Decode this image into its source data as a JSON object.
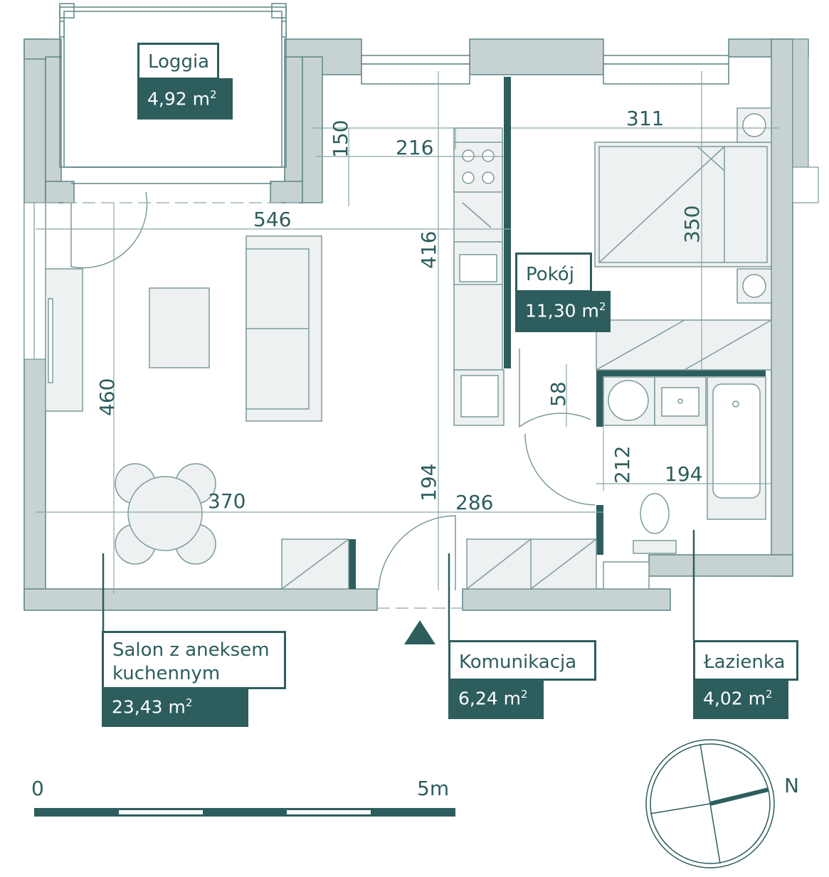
{
  "rooms": {
    "loggia": {
      "name": "Loggia",
      "area": "4,92 m",
      "unit_sup": "2"
    },
    "pokoj": {
      "name": "Pokój",
      "area": "11,30 m",
      "unit_sup": "2"
    },
    "salon": {
      "name_line1": "Salon z aneksem",
      "name_line2": "kuchennym",
      "area": "23,43 m",
      "unit_sup": "2"
    },
    "komunikacja": {
      "name": "Komunikacja",
      "area": "6,24 m",
      "unit_sup": "2"
    },
    "lazienka": {
      "name": "Łazienka",
      "area": "4,02 m",
      "unit_sup": "2"
    }
  },
  "dimensions": {
    "d150": "150",
    "d216": "216",
    "d311": "311",
    "d546": "546",
    "d416": "416",
    "d350": "350",
    "d58": "58",
    "d460": "460",
    "d194a": "194",
    "d212": "212",
    "d194b": "194",
    "d370": "370",
    "d286": "286"
  },
  "scale": {
    "start": "0",
    "end": "5m"
  },
  "compass": {
    "north_label": "N"
  },
  "colors": {
    "wall": "#c7d3d2",
    "wall_stroke": "#2d5d5d",
    "accent": "#2d5d5d",
    "fixture": "#eef1f1",
    "line": "#6f8f8f"
  }
}
